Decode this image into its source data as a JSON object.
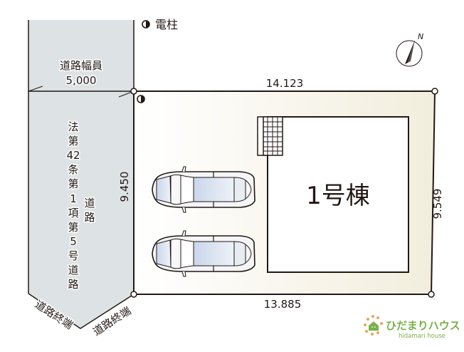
{
  "legend": {
    "utility_pole_icon": "half-filled-circle",
    "utility_pole_label": "電柱"
  },
  "road": {
    "width_label": "道路幅員",
    "width_value": "5,000",
    "classification_chars": [
      "法",
      "第",
      "42",
      "条",
      "第",
      "1",
      "項",
      "第",
      "5",
      "号",
      "道",
      "路"
    ],
    "classification_side_chars": [
      "道",
      "路"
    ],
    "end_left_label": "道路終端",
    "end_right_label": "道路終端",
    "fill_color": "#dde3e4"
  },
  "lot": {
    "top_length": "14.123",
    "bottom_length": "13.885",
    "left_length": "9.450",
    "right_length": "9.549",
    "fill_gradient": [
      "#ffffff",
      "#f2eedd"
    ]
  },
  "house": {
    "label": "1号棟"
  },
  "parking": {
    "cars": 2
  },
  "compass": {
    "label": "N"
  },
  "logo": {
    "name_jp": "ひだまりハウス",
    "name_en": "hidamari house",
    "brand_color": "#7bb04a",
    "accent_color": "#e2a85a"
  }
}
